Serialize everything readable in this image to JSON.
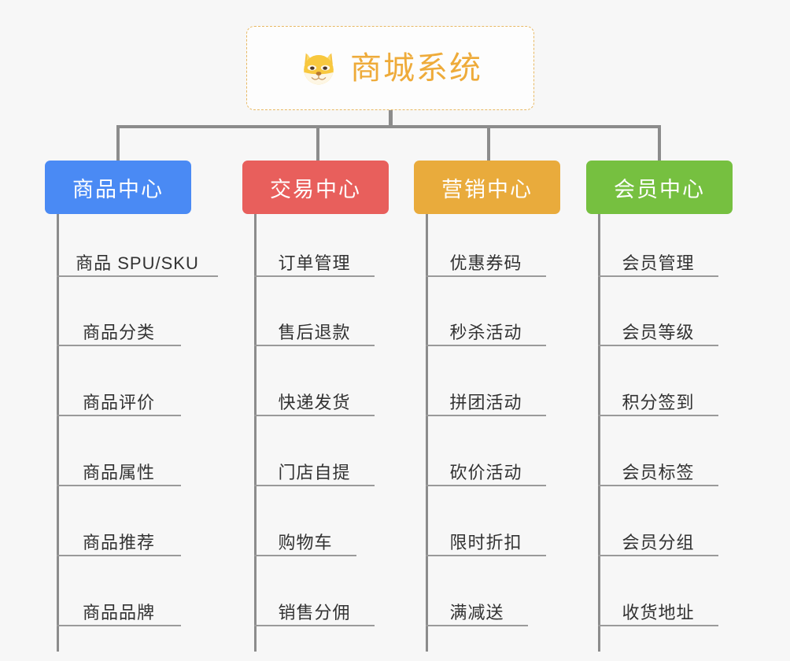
{
  "root": {
    "title": "商城系统",
    "icon": "shiba-dog-emoji",
    "border_color": "#e8b964",
    "text_color": "#eeab3a",
    "background": "#fdfdfd"
  },
  "canvas": {
    "background": "#f7f7f7",
    "connector_color": "#8c8c8c",
    "leaf_line_color": "#9a9a9a",
    "leaf_text_color": "#323232"
  },
  "columns": [
    {
      "header": "商品中心",
      "color": "#4a8af4",
      "leaves": [
        "商品 SPU/SKU",
        "商品分类",
        "商品评价",
        "商品属性",
        "商品推荐",
        "商品品牌"
      ]
    },
    {
      "header": "交易中心",
      "color": "#e85f5c",
      "leaves": [
        "订单管理",
        "售后退款",
        "快递发货",
        "门店自提",
        "购物车",
        "销售分佣"
      ]
    },
    {
      "header": "营销中心",
      "color": "#e9ab3c",
      "leaves": [
        "优惠券码",
        "秒杀活动",
        "拼团活动",
        "砍价活动",
        "限时折扣",
        "满减送"
      ]
    },
    {
      "header": "会员中心",
      "color": "#76c040",
      "leaves": [
        "会员管理",
        "会员等级",
        "积分签到",
        "会员标签",
        "会员分组",
        "收货地址"
      ]
    }
  ]
}
